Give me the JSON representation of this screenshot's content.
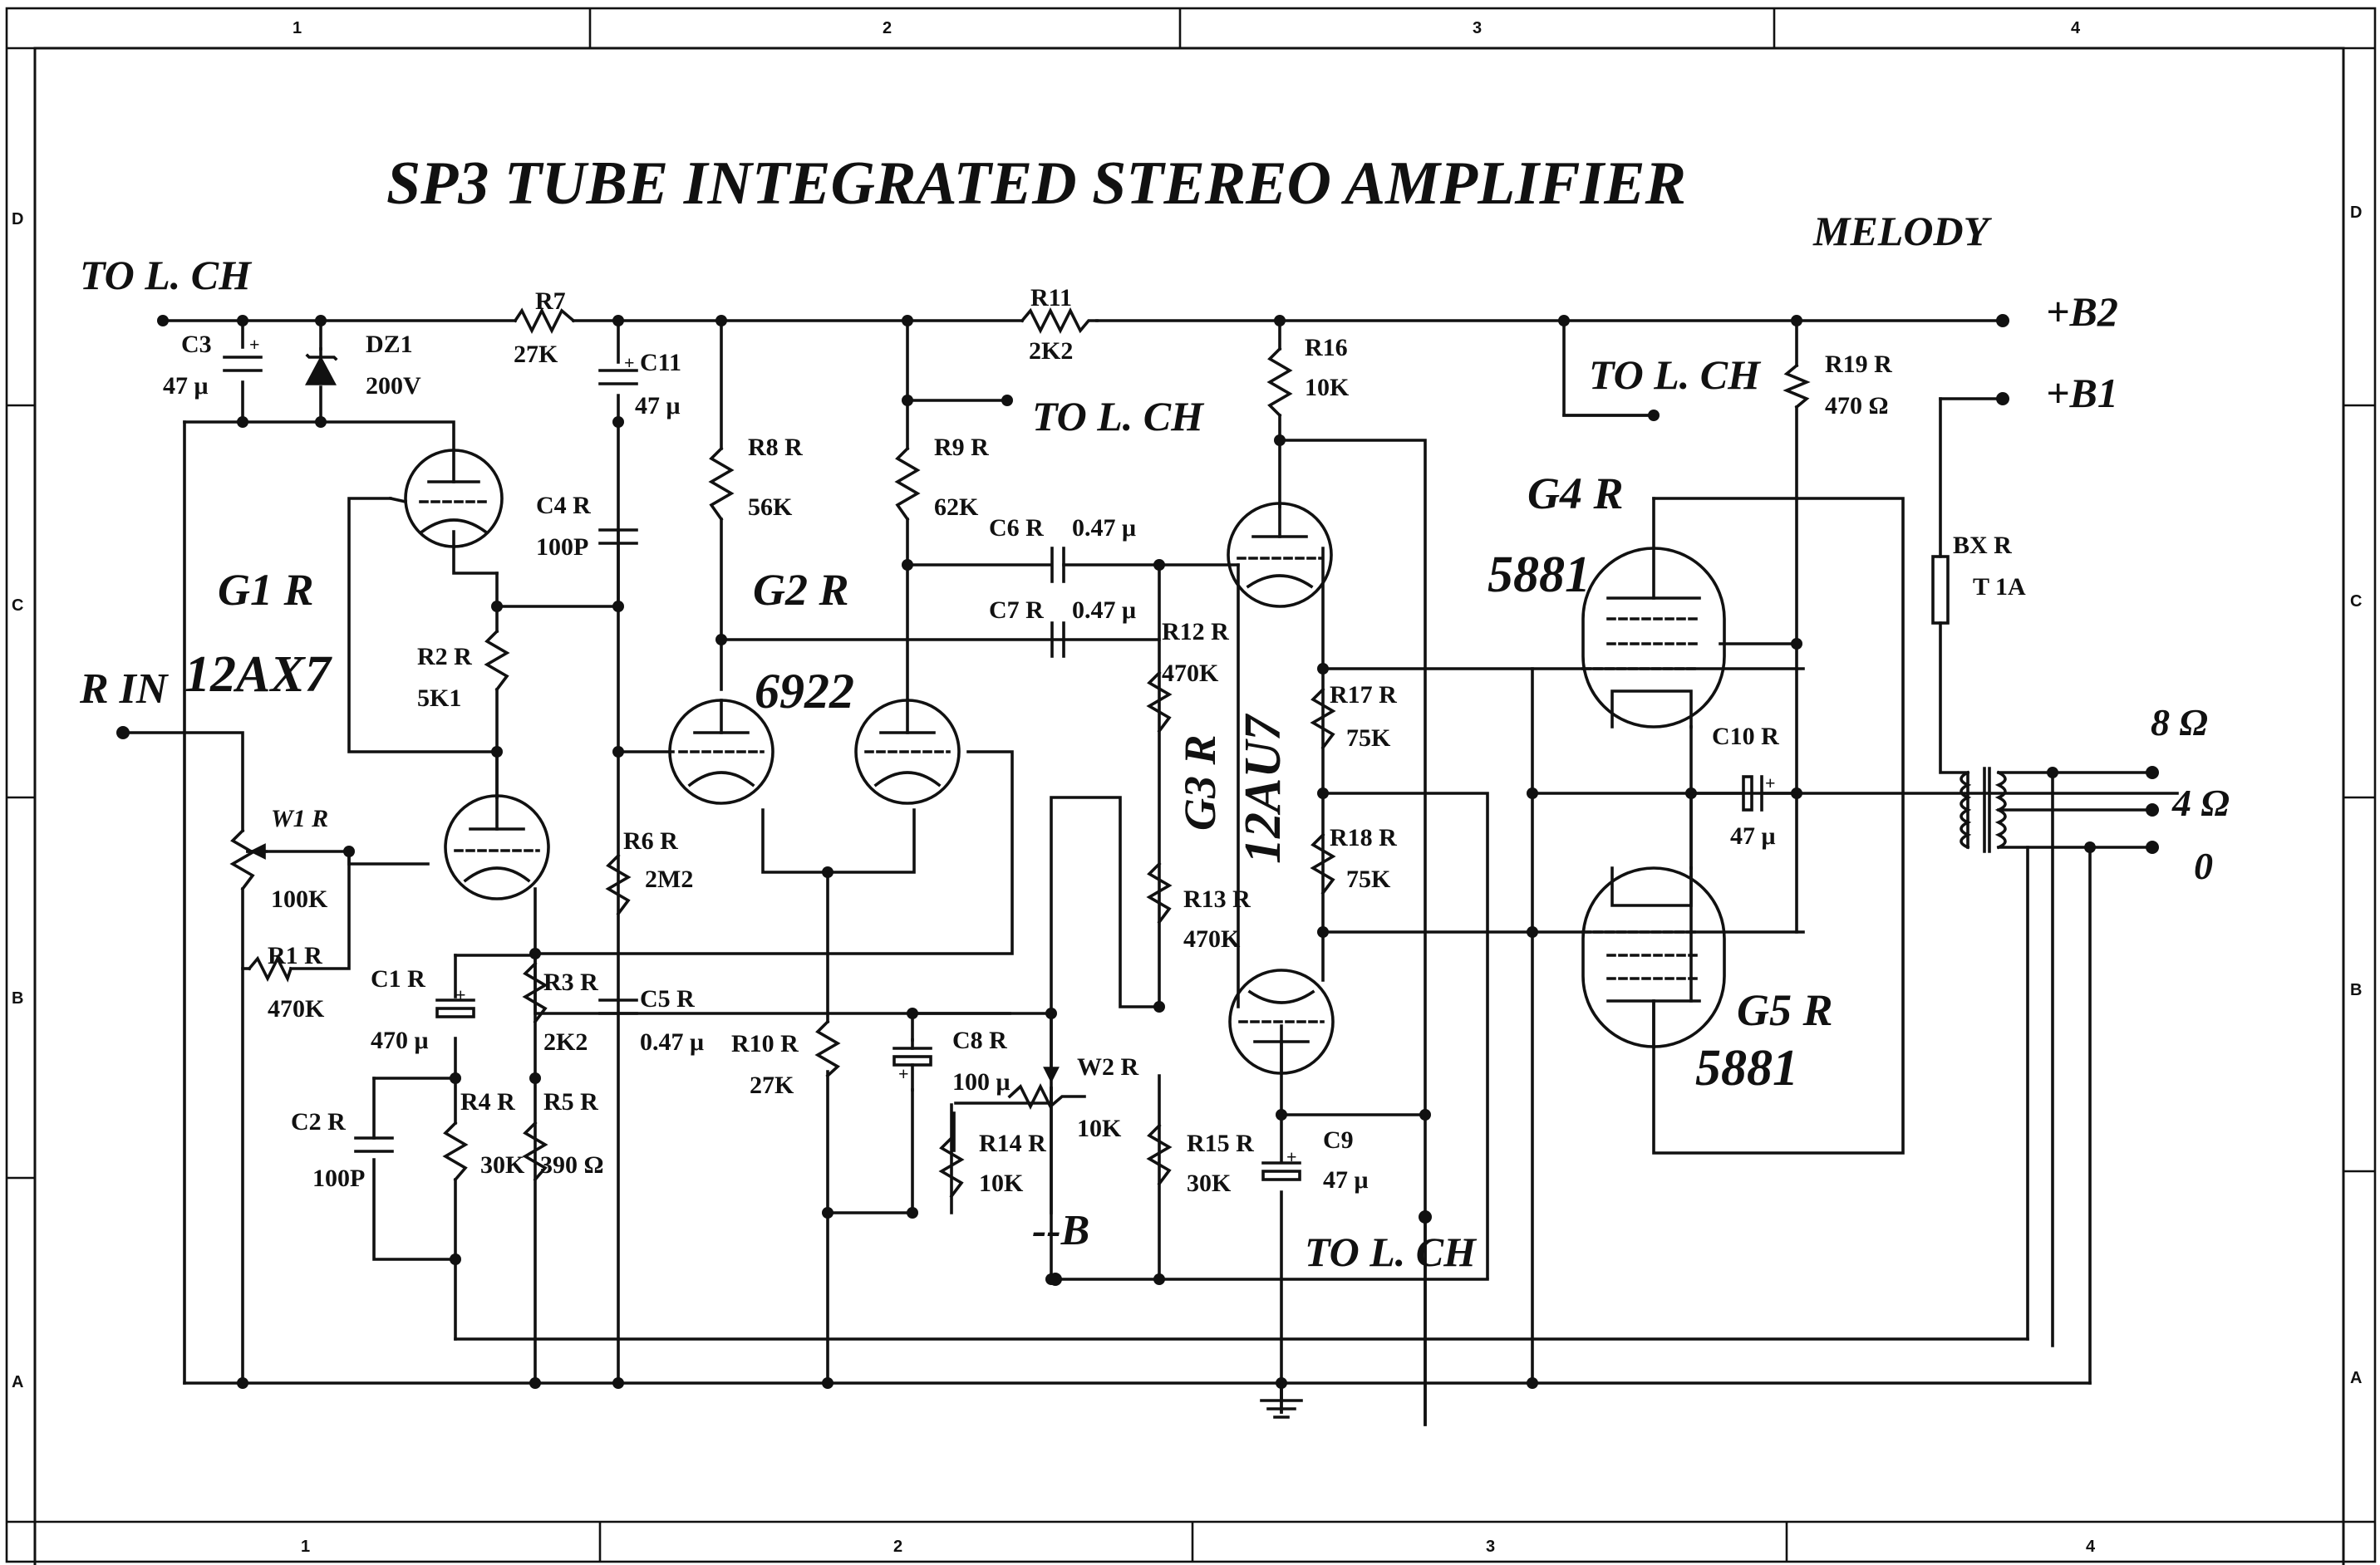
{
  "title": "SP3  TUBE INTEGRATED STEREO AMPLIFIER",
  "brand": "MELODY",
  "border": {
    "columns": [
      "1",
      "2",
      "3",
      "4"
    ],
    "rows": [
      "D",
      "C",
      "B",
      "A"
    ]
  },
  "tubes": {
    "g1": {
      "name": "G1  R",
      "type": "12AX7"
    },
    "g2": {
      "name": "G2  R",
      "type": "6922"
    },
    "g3": {
      "name": "G3  R",
      "type": "12AU7"
    },
    "g4": {
      "name": "G4  R",
      "type": "5881"
    },
    "g5": {
      "name": "G5  R",
      "type": "5881"
    }
  },
  "components": {
    "c3": {
      "ref": "C3",
      "value": "47 μ"
    },
    "dz1": {
      "ref": "DZ1",
      "value": "200V"
    },
    "r7": {
      "ref": "R7",
      "value": "27K"
    },
    "c11": {
      "ref": "C11",
      "value": "47 μ"
    },
    "r11": {
      "ref": "R11",
      "value": "2K2"
    },
    "r16": {
      "ref": "R16",
      "value": "10K"
    },
    "r19": {
      "ref": "R19  R",
      "value": "470 Ω"
    },
    "c4": {
      "ref": "C4  R",
      "value": "100P"
    },
    "r8": {
      "ref": "R8  R",
      "value": "56K"
    },
    "r9": {
      "ref": "R9  R",
      "value": "62K"
    },
    "c6": {
      "ref": "C6  R",
      "value": "0.47 μ"
    },
    "c7": {
      "ref": "C7  R",
      "value": "0.47 μ"
    },
    "r12": {
      "ref": "R12  R",
      "value": "470K"
    },
    "r2": {
      "ref": "R2  R",
      "value": "5K1"
    },
    "r17": {
      "ref": "R17  R",
      "value": "75K"
    },
    "r18": {
      "ref": "R18  R",
      "value": "75K"
    },
    "r13": {
      "ref": "R13  R",
      "value": "470K"
    },
    "c10": {
      "ref": "C10  R",
      "value": "47 μ"
    },
    "bx": {
      "ref": "BX  R",
      "value": "T  1A"
    },
    "w1": {
      "ref": "W1  R",
      "value": "100K"
    },
    "r1": {
      "ref": "R1  R",
      "value": "470K"
    },
    "r6": {
      "ref": "R6  R",
      "value": "2M2"
    },
    "c1": {
      "ref": "C1  R",
      "value": "470 μ"
    },
    "r3": {
      "ref": "R3  R",
      "value": "2K2"
    },
    "c5": {
      "ref": "C5  R",
      "value": "0.47 μ"
    },
    "r10": {
      "ref": "R10  R",
      "value": "27K"
    },
    "c8": {
      "ref": "C8  R",
      "value": "100 μ"
    },
    "w2": {
      "ref": "W2  R",
      "value": "10K"
    },
    "c2": {
      "ref": "C2  R",
      "value": "100P"
    },
    "r4": {
      "ref": "R4  R",
      "value": "30K"
    },
    "r5": {
      "ref": "R5  R",
      "value": "390 Ω"
    },
    "r14": {
      "ref": "R14  R",
      "value": "10K"
    },
    "r15": {
      "ref": "R15  R",
      "value": "30K"
    },
    "c9": {
      "ref": "C9",
      "value": "47 μ"
    }
  },
  "nets": {
    "to_l_ch_top": "TO L. CH",
    "to_l_ch_mid": "TO L. CH",
    "to_l_ch_right": "TO L. CH",
    "to_l_ch_bottom": "TO L. CH",
    "b2": "+B2",
    "b1": "+B1",
    "r_in": "R  IN",
    "neg_b": "--B",
    "out_8": "8 Ω",
    "out_4": "4 Ω",
    "out_0": "0"
  }
}
